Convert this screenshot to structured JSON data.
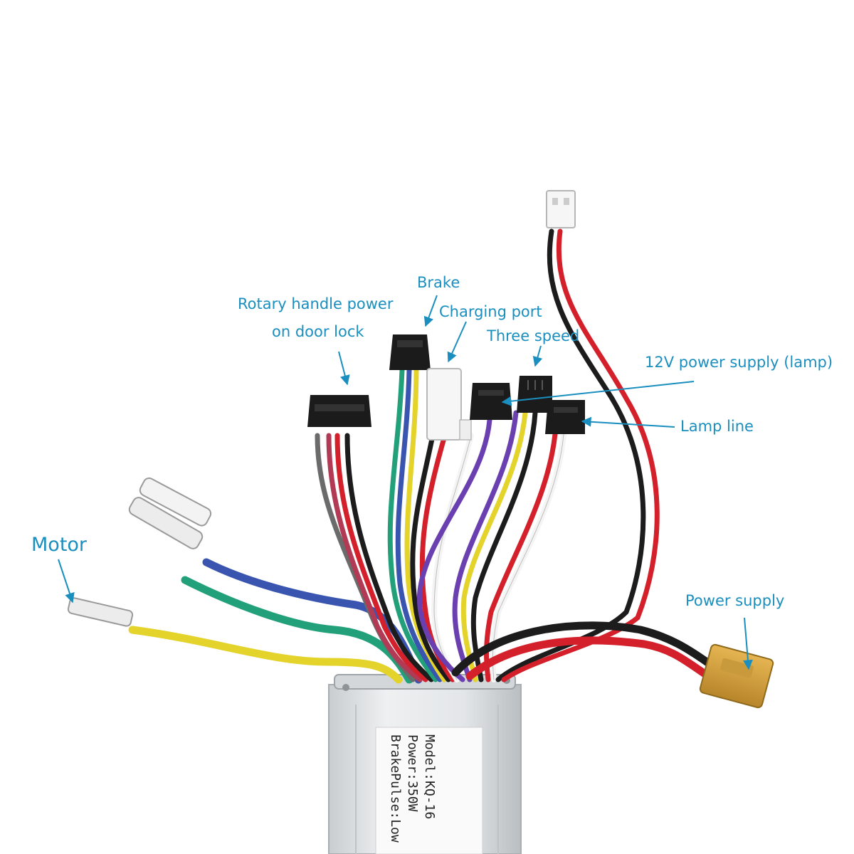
{
  "colors": {
    "label": "#1a8fbf",
    "arrow": "#1a8fbf",
    "housing": "#dfe2e4",
    "red_wire": "#d4202a",
    "black_wire": "#1c1c1c",
    "blue_wire": "#3a55b0",
    "green_wire": "#22a079",
    "yellow_wire": "#e3d32b",
    "connector_plug": "#d8a53c"
  },
  "labels": {
    "rotary_handle_power_line1": "Rotary handle power",
    "rotary_handle_power_line2": "on door lock",
    "brake": "Brake",
    "charging_port": "Charging port",
    "three_speed": "Three speed",
    "power_12v_lamp": "12V power supply (lamp)",
    "lamp_line": "Lamp line",
    "motor": "Motor",
    "power_supply": "Power supply"
  },
  "sticker": {
    "model": "Model:KQ-16",
    "power": "Power:350W",
    "brake_pulse": "BrakePulse:Low"
  },
  "icons": [
    "arrow-icon",
    "connector-icon",
    "bullet-terminal-icon",
    "xt-plug-icon"
  ]
}
